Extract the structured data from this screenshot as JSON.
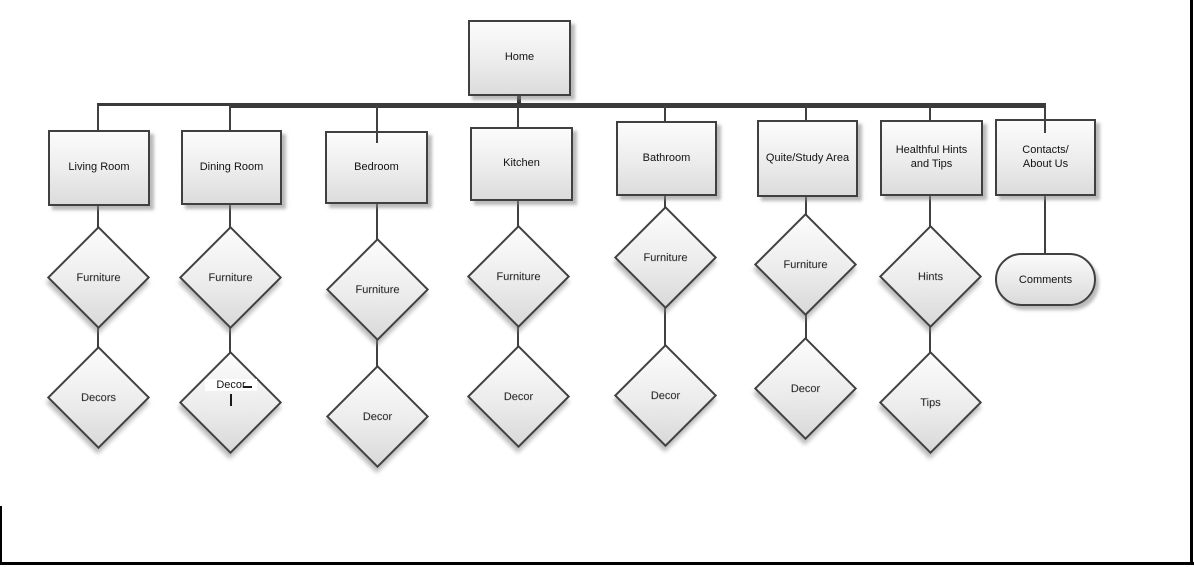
{
  "diagram": {
    "title": "Home sitemap flowchart",
    "root": {
      "label": "Home"
    },
    "branches": [
      {
        "label": "Living Room",
        "children": [
          "Furniture",
          "Decors"
        ]
      },
      {
        "label": "Dining Room",
        "children": [
          "Furniture",
          "Decor"
        ]
      },
      {
        "label": "Bedroom",
        "children": [
          "Furniture",
          "Decor"
        ]
      },
      {
        "label": "Kitchen",
        "children": [
          "Furniture",
          "Decor"
        ]
      },
      {
        "label": "Bathroom",
        "children": [
          "Furniture",
          "Decor"
        ]
      },
      {
        "label": "Quite/Study Area",
        "children": [
          "Furniture",
          "Decor"
        ]
      },
      {
        "label": "Healthful Hints and Tips",
        "children": [
          "Hints",
          "Tips"
        ]
      },
      {
        "label": "Contacts/ About Us",
        "children": [
          "Comments"
        ]
      }
    ],
    "colors": {
      "shape_border": "#404040",
      "shape_fill_top": "#fcfcfc",
      "shape_fill_bottom": "#d9d9d9",
      "connector": "#3a3a3a",
      "page_border": "#000000",
      "background": "#ffffff"
    }
  }
}
